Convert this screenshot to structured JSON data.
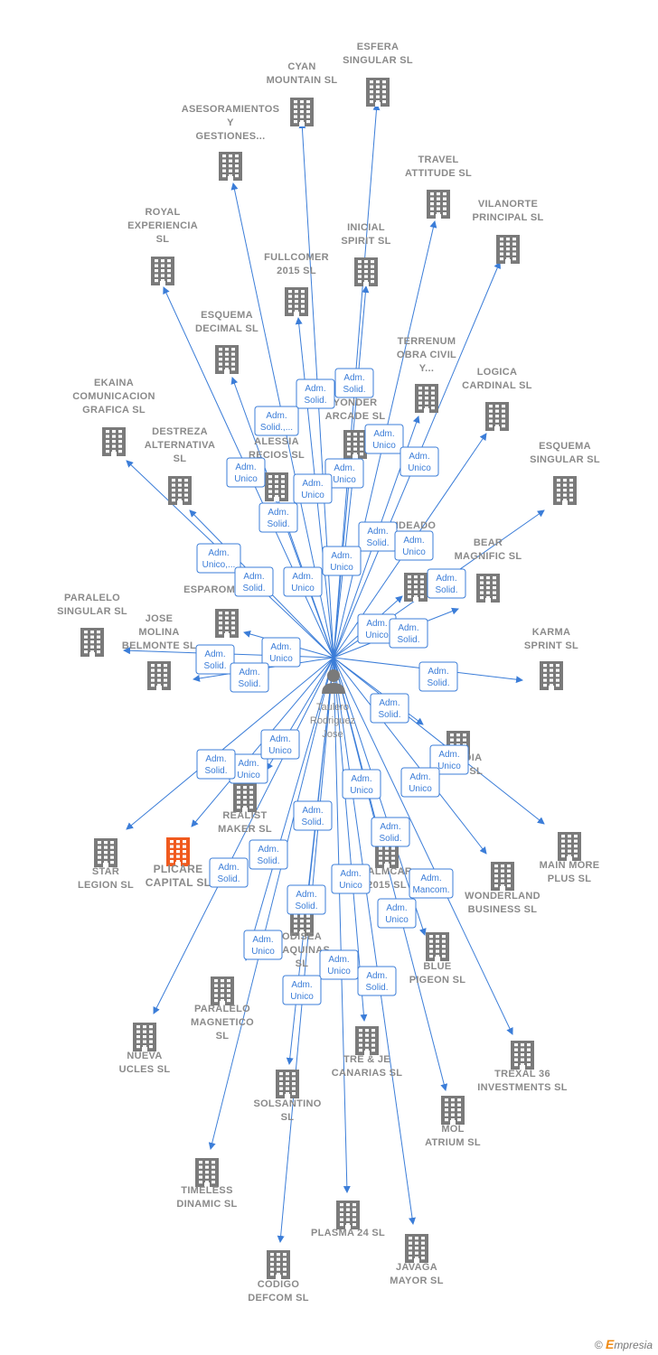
{
  "center_label": [
    "Taulero",
    "Rodriguez",
    "Jose"
  ],
  "brand": {
    "copyright": "©",
    "initial": "E",
    "name": "mpresia"
  },
  "colors": {
    "edge": "#3b7dd8",
    "building": "#7a7a7a",
    "highlight": "#f05a1e",
    "label": "#8a8a8a"
  },
  "nodes": [
    {
      "id": "esfera",
      "label": [
        "ESFERA",
        "SINGULAR  SL"
      ]
    },
    {
      "id": "cyan",
      "label": [
        "CYAN",
        "MOUNTAIN  SL"
      ]
    },
    {
      "id": "asesoramientos",
      "label": [
        "ASESORAMIENTOS",
        "Y",
        "GESTIONES..."
      ]
    },
    {
      "id": "travel",
      "label": [
        "TRAVEL",
        "ATTITUDE  SL"
      ]
    },
    {
      "id": "vilanorte",
      "label": [
        "VILANORTE",
        "PRINCIPAL  SL"
      ]
    },
    {
      "id": "royal",
      "label": [
        "ROYAL",
        "EXPERIENCIA",
        "SL"
      ]
    },
    {
      "id": "inicial",
      "label": [
        "INICIAL",
        "SPIRIT  SL"
      ]
    },
    {
      "id": "fullcomer",
      "label": [
        "FULLCOMER",
        "2015  SL"
      ]
    },
    {
      "id": "esquema_decimal",
      "label": [
        "ESQUEMA",
        "DECIMAL  SL"
      ]
    },
    {
      "id": "terrenum",
      "label": [
        "TERRENUM",
        "OBRA CIVIL",
        "Y..."
      ]
    },
    {
      "id": "logica",
      "label": [
        "LOGICA",
        "CARDINAL  SL"
      ]
    },
    {
      "id": "ekaina",
      "label": [
        "EKAINA",
        "COMUNICACION",
        "GRAFICA  SL"
      ]
    },
    {
      "id": "yonder",
      "label": [
        "YONDER",
        "ARCADE  SL"
      ]
    },
    {
      "id": "destreza",
      "label": [
        "DESTREZA",
        "ALTERNATIVA",
        "SL"
      ]
    },
    {
      "id": "alessia",
      "label": [
        "ALESSIA",
        "RECIOS  SL"
      ]
    },
    {
      "id": "esquema_singular",
      "label": [
        "ESQUEMA",
        "SINGULAR  SL"
      ]
    },
    {
      "id": "ideado",
      "label": [
        "IDEADO",
        "ESTA",
        "DE..."
      ]
    },
    {
      "id": "bear",
      "label": [
        "BEAR",
        "MAGNIFIC  SL"
      ]
    },
    {
      "id": "esparomel",
      "label": [
        "ESPAROMELPOS"
      ]
    },
    {
      "id": "paralelo_singular",
      "label": [
        "PARALELO",
        "SINGULAR  SL"
      ]
    },
    {
      "id": "jose_molina",
      "label": [
        "JOSE",
        "MOLINA",
        "BELMONTE  SL"
      ]
    },
    {
      "id": "karma",
      "label": [
        "KARMA",
        "SPRINT  SL"
      ]
    },
    {
      "id": "arcadia",
      "label": [
        "ARCADIA",
        "WORK  SL"
      ]
    },
    {
      "id": "main_more",
      "label": [
        "MAIN MORE",
        "PLUS  SL"
      ]
    },
    {
      "id": "realist",
      "label": [
        "REALIST",
        "MAKER  SL"
      ]
    },
    {
      "id": "star",
      "label": [
        "STAR",
        "LEGION  SL"
      ]
    },
    {
      "id": "plicare",
      "label": [
        "PLICARE",
        "CAPITAL  SL"
      ],
      "highlight": true
    },
    {
      "id": "palmcar",
      "label": [
        "PALMCAR",
        "2015  SL"
      ]
    },
    {
      "id": "wonderland",
      "label": [
        "WONDERLAND",
        "BUSINESS  SL"
      ]
    },
    {
      "id": "odisea",
      "label": [
        "ODISEA",
        "MAQUINAS",
        "SL"
      ]
    },
    {
      "id": "blue",
      "label": [
        "BLUE",
        "PIGEON  SL"
      ]
    },
    {
      "id": "paralelo_magnetico",
      "label": [
        "PARALELO",
        "MAGNETICO",
        "SL"
      ]
    },
    {
      "id": "nueva",
      "label": [
        "NUEVA",
        "UCLES  SL"
      ]
    },
    {
      "id": "tre",
      "label": [
        "TRE & JE",
        "CANARIAS  SL"
      ]
    },
    {
      "id": "trexal",
      "label": [
        "TREXAL 36",
        "INVESTMENTS SL"
      ]
    },
    {
      "id": "solsantino",
      "label": [
        "SOLSANTINO",
        "SL"
      ]
    },
    {
      "id": "mol",
      "label": [
        "MOL",
        "ATRIUM  SL"
      ]
    },
    {
      "id": "timeless",
      "label": [
        "TIMELESS",
        "DINAMIC  SL"
      ]
    },
    {
      "id": "plasma",
      "label": [
        "PLASMA 24 SL"
      ]
    },
    {
      "id": "javaga",
      "label": [
        "JAVAGA",
        "MAYOR  SL"
      ]
    },
    {
      "id": "codigo",
      "label": [
        "CODIGO",
        "DEFCOM  SL"
      ]
    }
  ],
  "roles": [
    {
      "node": "esfera",
      "text": [
        "Adm.",
        "Solid."
      ]
    },
    {
      "node": "cyan",
      "text": [
        "Adm.",
        "Solid."
      ]
    },
    {
      "node": "asesoramientos",
      "text": [
        "Adm.",
        "Solid.,..."
      ]
    },
    {
      "node": "travel",
      "text": [
        "Adm.",
        "Unico"
      ]
    },
    {
      "node": "vilanorte",
      "text": [
        "Adm.",
        "Unico"
      ]
    },
    {
      "node": "royal",
      "text": [
        "Adm.",
        "Unico"
      ]
    },
    {
      "node": "inicial",
      "text": [
        "Adm.",
        "Unico"
      ]
    },
    {
      "node": "fullcomer",
      "text": [
        "Adm.",
        "Unico"
      ]
    },
    {
      "node": "esquema_decimal",
      "text": [
        "Adm.",
        "Solid."
      ]
    },
    {
      "node": "terrenum",
      "text": [
        "Adm.",
        "Solid."
      ]
    },
    {
      "node": "logica",
      "text": [
        "Adm.",
        "Unico"
      ]
    },
    {
      "node": "ekaina",
      "text": [
        "Adm.",
        "Unico,..."
      ]
    },
    {
      "node": "yonder",
      "text": [
        "Adm.",
        "Unico"
      ]
    },
    {
      "node": "destreza",
      "text": [
        "Adm.",
        "Solid."
      ]
    },
    {
      "node": "alessia",
      "text": [
        "Adm.",
        "Unico"
      ]
    },
    {
      "node": "esquema_singular",
      "text": [
        "Adm.",
        "Solid."
      ]
    },
    {
      "node": "ideado",
      "text": [
        "Adm.",
        "Unico"
      ]
    },
    {
      "node": "bear",
      "text": [
        "Adm.",
        "Solid."
      ]
    },
    {
      "node": "esparomel",
      "text": [
        "Adm.",
        "Unico"
      ]
    },
    {
      "node": "paralelo_singular",
      "text": [
        "Adm.",
        "Solid."
      ]
    },
    {
      "node": "jose_molina",
      "text": [
        "Adm.",
        "Solid."
      ]
    },
    {
      "node": "karma",
      "text": [
        "Adm.",
        "Solid."
      ]
    },
    {
      "node": "arcadia",
      "text": [
        "Adm.",
        "Solid."
      ]
    },
    {
      "node": "main_more",
      "text": [
        "Adm.",
        "Unico"
      ]
    },
    {
      "node": "realist",
      "text": [
        "Adm.",
        "Unico"
      ]
    },
    {
      "node": "star",
      "text": [
        "Adm.",
        "Solid."
      ]
    },
    {
      "node": "plicare",
      "text": [
        "Adm.",
        "Unico"
      ]
    },
    {
      "node": "palmcar",
      "text": [
        "Adm.",
        "Unico"
      ]
    },
    {
      "node": "wonderland",
      "text": [
        "Adm.",
        "Unico"
      ]
    },
    {
      "node": "odisea",
      "text": [
        "Adm.",
        "Solid."
      ]
    },
    {
      "node": "blue",
      "text": [
        "Adm.",
        "Solid."
      ]
    },
    {
      "node": "paralelo_magnetico",
      "text": [
        "Adm.",
        "Solid."
      ]
    },
    {
      "node": "nueva",
      "text": [
        "Adm.",
        "Solid."
      ]
    },
    {
      "node": "tre",
      "text": [
        "Adm.",
        "Unico"
      ]
    },
    {
      "node": "trexal",
      "text": [
        "Adm.",
        "Mancom."
      ]
    },
    {
      "node": "solsantino",
      "text": [
        "Adm.",
        "Solid."
      ]
    },
    {
      "node": "mol",
      "text": [
        "Adm.",
        "Unico"
      ]
    },
    {
      "node": "timeless",
      "text": [
        "Adm.",
        "Unico"
      ]
    },
    {
      "node": "plasma",
      "text": [
        "Adm.",
        "Unico"
      ]
    },
    {
      "node": "javaga",
      "text": [
        "Adm.",
        "Solid."
      ]
    },
    {
      "node": "codigo",
      "text": [
        "Adm.",
        "Unico"
      ]
    }
  ]
}
